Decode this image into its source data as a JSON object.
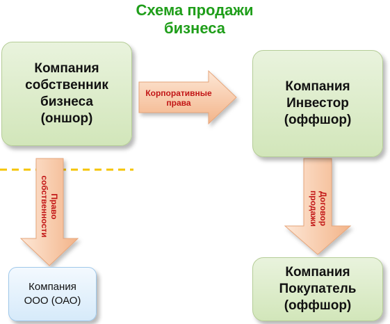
{
  "title": "Схема продажи\nбизнеса",
  "boxes": {
    "owner": "Компания\nсобственник\nбизнеса\n(оншор)",
    "investor": "Компания\nИнвестор\n(оффшор)",
    "llc": "Компания\nООО (ОАО)",
    "buyer": "Компания\nПокупатель\n(оффшор)"
  },
  "arrows": {
    "corporate_rights": "Корпоративные\nправа",
    "ownership": "Право\nсобственности",
    "sale_contract": "Договор\nпродажи"
  },
  "colors": {
    "title": "#1f9e1a",
    "arrow_label": "#c21616",
    "box_green": "#d2e6ba",
    "box_blue": "#d6eafa",
    "arrow_fill": "#f7c8a6",
    "dashed_line": "#f5c400"
  }
}
